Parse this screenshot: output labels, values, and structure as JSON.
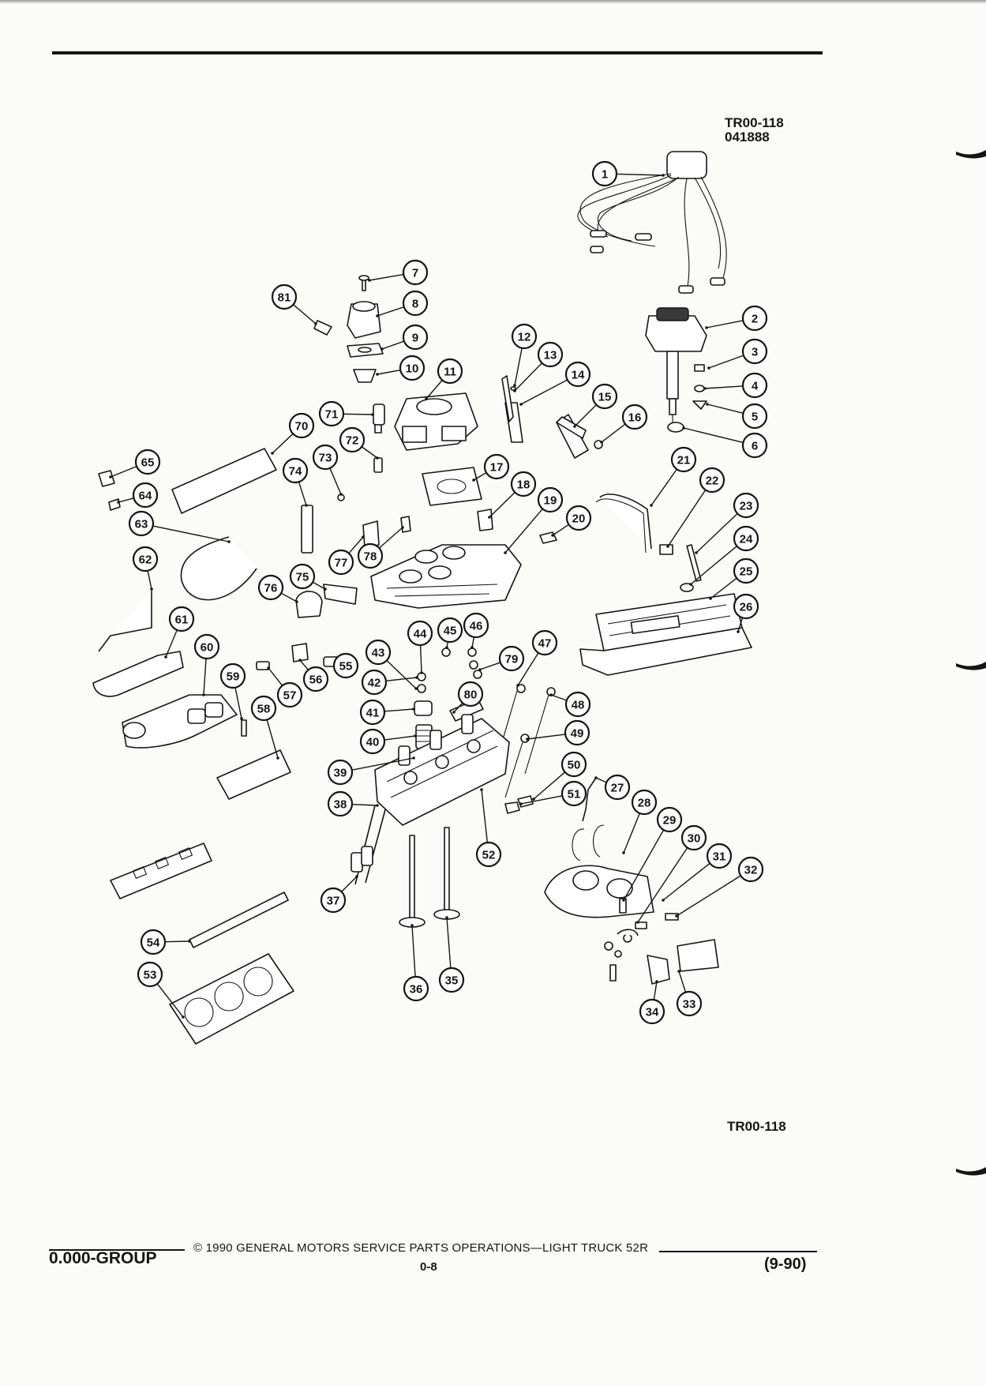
{
  "figure": {
    "id_top": "TR00-118",
    "date_code": "041888",
    "id_bottom": "TR00-118"
  },
  "callouts": [
    "1",
    "2",
    "3",
    "4",
    "5",
    "6",
    "7",
    "8",
    "9",
    "10",
    "11",
    "12",
    "13",
    "14",
    "15",
    "16",
    "17",
    "18",
    "19",
    "20",
    "21",
    "22",
    "23",
    "24",
    "25",
    "26",
    "27",
    "28",
    "29",
    "30",
    "31",
    "32",
    "33",
    "34",
    "35",
    "36",
    "37",
    "38",
    "39",
    "40",
    "41",
    "42",
    "43",
    "44",
    "45",
    "46",
    "47",
    "48",
    "49",
    "50",
    "51",
    "52",
    "53",
    "54",
    "55",
    "56",
    "57",
    "58",
    "59",
    "60",
    "61",
    "62",
    "63",
    "64",
    "65",
    "70",
    "71",
    "72",
    "73",
    "74",
    "75",
    "76",
    "77",
    "78",
    "79",
    "80",
    "81"
  ],
  "footer": {
    "copyright": "© 1990 GENERAL MOTORS SERVICE PARTS OPERATIONS—LIGHT TRUCK 52R",
    "group": "0.000-GROUP",
    "page": "0-8",
    "revision": "(9-90)"
  },
  "colors": {
    "ink": "#151515",
    "paper": "#fbfbf9"
  }
}
